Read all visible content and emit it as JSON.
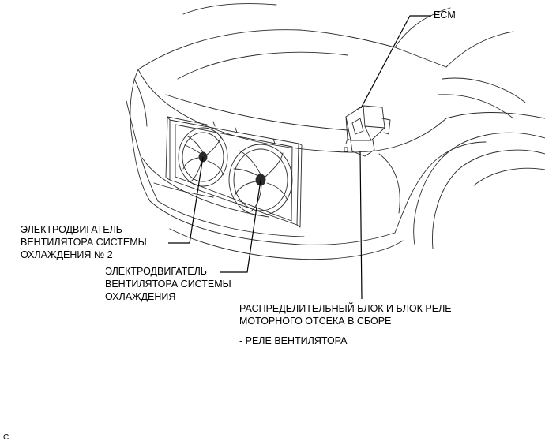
{
  "labels": {
    "ecm": "ECM",
    "fan_motor_2": [
      "ЭЛЕКТРОДВИГАТЕЛЬ",
      "ВЕНТИЛЯТОРА СИСТЕМЫ",
      "ОХЛАЖДЕНИЯ № 2"
    ],
    "fan_motor_1": [
      "ЭЛЕКТРОДВИГАТЕЛЬ",
      "ВЕНТИЛЯТОРА СИСТЕМЫ",
      "ОХЛАЖДЕНИЯ"
    ],
    "relay_block": [
      "РАСПРЕДЕЛИТЕЛЬНЫЙ БЛОК И БЛОК РЕЛЕ",
      "МОТОРНОГО ОТСЕКА В СБОРЕ"
    ],
    "relay_item": "- РЕЛЕ ВЕНТИЛЯТОРА",
    "corner_code": "C"
  },
  "colors": {
    "line": "#000000",
    "outline": "#2a2a2a",
    "background": "#ffffff"
  }
}
